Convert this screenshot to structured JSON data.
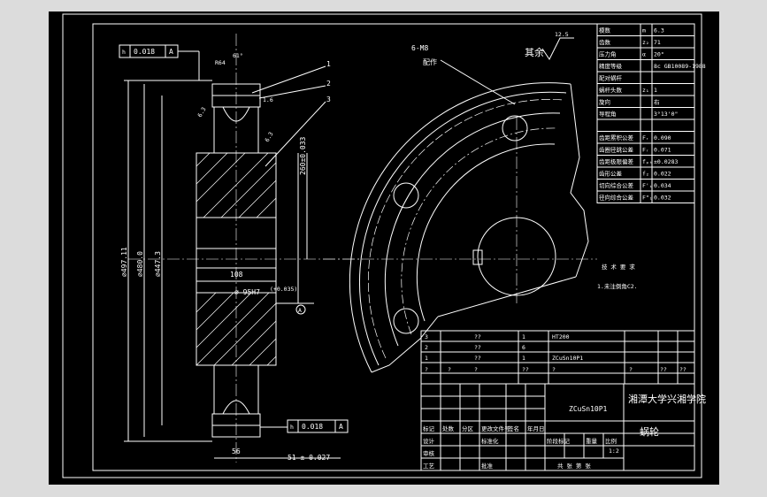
{
  "drawing": {
    "title_part": "蜗轮",
    "school": "湘潭大学兴湘学院",
    "material": "ZCuSn10P1",
    "scale": "1:2",
    "roughness_general": "12.5",
    "roughness_note": "其余"
  },
  "section_view": {
    "tolerance_top": "0.018",
    "tolerance_bottom": "0.018",
    "datum": "A",
    "datum_label": "A",
    "dia_outer": "⌀497.11",
    "dia_pitch": "⌀480.0",
    "dia_root": "⌀447.3",
    "dia_bore_label": "260±0.033",
    "width_108": "108",
    "bore_fit": "⌀ 95H7",
    "bore_fit_sup": "(+0.035)",
    "width_56": "56",
    "keyway": "51 ± 0.027",
    "r_label": "R64",
    "angle_label": "61°",
    "rough_63a": "6.3",
    "rough_63b": "6.3",
    "rough_16": "1.6",
    "balloons": [
      "1",
      "2",
      "3"
    ]
  },
  "plan_view": {
    "bolts": "6-M8",
    "bolts_note": "配作"
  },
  "params": [
    {
      "label": "模数",
      "sym": "m",
      "val": "6.3"
    },
    {
      "label": "齿数",
      "sym": "z₂",
      "val": "71"
    },
    {
      "label": "压力角",
      "sym": "α",
      "val": "20°"
    },
    {
      "label": "精度等级",
      "sym": "",
      "val": "8c GB10089-1988"
    },
    {
      "label": "配对蜗杆",
      "sym": "",
      "val": ""
    },
    {
      "label": "蜗杆头数",
      "sym": "z₁",
      "val": "1"
    },
    {
      "label": "旋向",
      "sym": "",
      "val": "右"
    },
    {
      "label": "导程角",
      "sym": "",
      "val": "3°13'0\""
    },
    {
      "label": "",
      "sym": "",
      "val": ""
    },
    {
      "label": "齿距累积公差",
      "sym": "Fᵣ",
      "val": "0.090"
    },
    {
      "label": "齿圈径跳公差",
      "sym": "Fᵣ",
      "val": "0.071"
    },
    {
      "label": "齿距极限偏差",
      "sym": "fₚₜ",
      "val": "±0.0283"
    },
    {
      "label": "齿形公差",
      "sym": "f₂",
      "val": "0.022"
    },
    {
      "label": "切向综合公差",
      "sym": "F'ᵢ",
      "val": "0.034"
    },
    {
      "label": "径向综合公差",
      "sym": "F\"ᵢ",
      "val": "0.032"
    }
  ],
  "notes": {
    "title": "技 术 要 求",
    "line1": "1.未注倒角C2."
  },
  "parts_list": [
    {
      "no": "3",
      "name": "??",
      "qty": "1",
      "mat": "HT200"
    },
    {
      "no": "2",
      "name": "??",
      "qty": "6",
      "mat": ""
    },
    {
      "no": "1",
      "name": "??",
      "qty": "1",
      "mat": "ZCuSn10P1"
    }
  ],
  "parts_header": [
    "?",
    "?",
    "?",
    "??",
    "?",
    "?",
    "??",
    "??"
  ],
  "title_block": {
    "r1": [
      "标记",
      "处数",
      "分区",
      "更改文件号",
      "签名",
      "年月日"
    ],
    "r2": [
      "设计",
      "",
      "",
      "标准化",
      "",
      ""
    ],
    "r3": [
      "审核",
      "",
      "",
      "",
      "",
      ""
    ],
    "r4": [
      "工艺",
      "",
      "",
      "批准",
      "",
      ""
    ],
    "stage": [
      "阶段标记",
      "重量",
      "比例"
    ],
    "sheets": "共 张 第 张"
  }
}
